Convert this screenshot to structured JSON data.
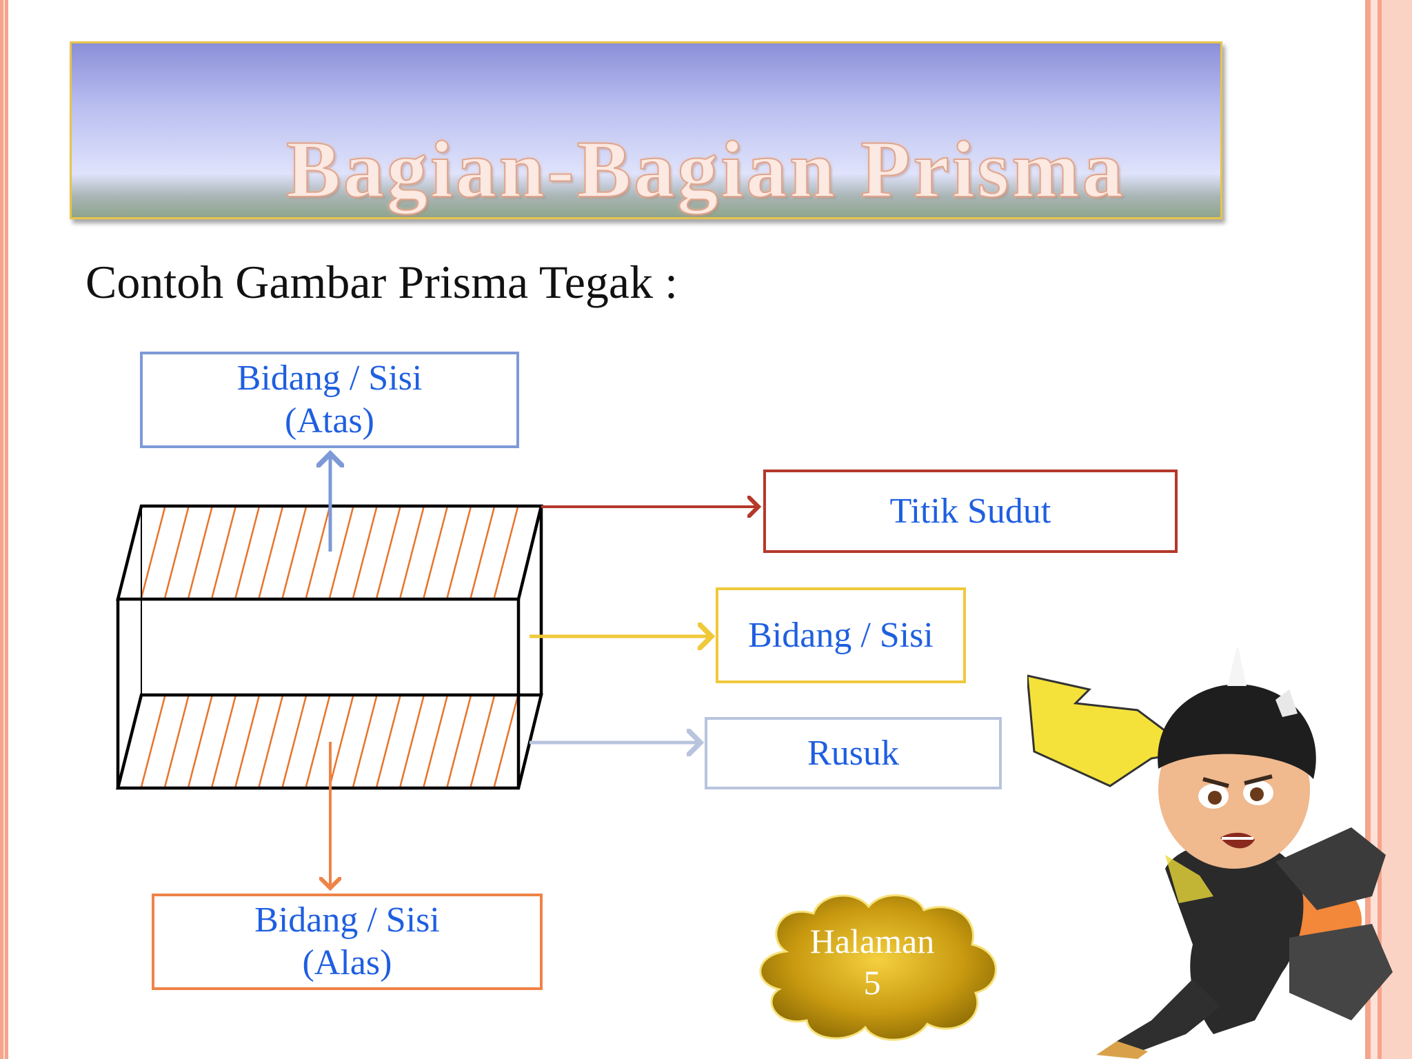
{
  "title": "Bagian-Bagian Prisma",
  "subtitle": "Contoh Gambar Prisma Tegak :",
  "labels": {
    "atas_line1": "Bidang / Sisi",
    "atas_line2": "(Atas)",
    "titik_sudut": "Titik Sudut",
    "bidang_sisi": "Bidang / Sisi",
    "rusuk": "Rusuk",
    "alas_line1": "Bidang / Sisi",
    "alas_line2": "(Alas)"
  },
  "page_badge": {
    "label": "Halaman",
    "number": "5"
  },
  "colors": {
    "atas": "#7d9ad7",
    "titik_sudut": "#b5382a",
    "bidang_sisi": "#f0c93a",
    "rusuk": "#b8c4dd",
    "alas": "#ef8348",
    "hatch": "#e8742a",
    "label_text": "#1f5fe0",
    "border_accent": "#f4a58c"
  },
  "icons": [
    "character-illustration",
    "thought-cloud",
    "stat-badge"
  ]
}
